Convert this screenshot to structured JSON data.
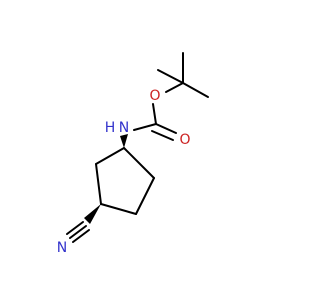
{
  "molecule": {
    "atom_labels": {
      "nitrogen_amide": "N",
      "hydrogen_amide": "H",
      "oxygen_ester": "O",
      "oxygen_carbonyl": "O",
      "nitrogen_nitrile": "N"
    },
    "colors": {
      "bond": "#000000",
      "nitrogen": "#3333cc",
      "oxygen": "#cc2222",
      "background": "#ffffff"
    }
  }
}
